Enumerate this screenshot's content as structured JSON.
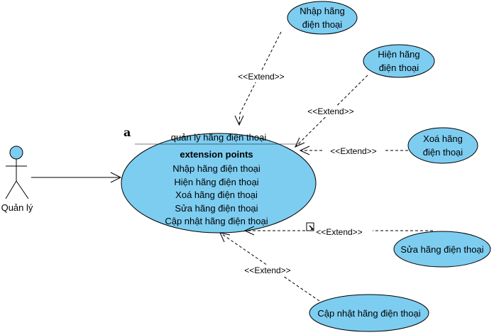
{
  "actor": {
    "label": "Quản lý"
  },
  "marker": "a",
  "main_use_case": {
    "name": "quản lý hãng điện thoại",
    "section_title": "extension points",
    "points": [
      "Nhập hãng điện thoại",
      "Hiện hãng điện thoại",
      "Xoá hãng điện thoại",
      "Sửa hãng điện thoại",
      "Cập nhật hãng điện thoại"
    ]
  },
  "extensions": [
    {
      "line1": "Nhập hãng",
      "line2": "điện thoại",
      "stereotype": "<<Extend>>"
    },
    {
      "line1": "Hiện hãng",
      "line2": "điện thoại",
      "stereotype": "<<Extend>>"
    },
    {
      "line1": "Xoá hãng",
      "line2": "điện thoại",
      "stereotype": "<<Extend>>"
    },
    {
      "line1": "Sửa hãng điện thoại",
      "line2": "",
      "stereotype": "<<Extend>>"
    },
    {
      "line1": "Cập nhật hãng điện thoại",
      "line2": "",
      "stereotype": "<<Extend>>"
    }
  ],
  "colors": {
    "use_case_fill": "#7dcdf1",
    "stroke": "#000000",
    "background": "#ffffff"
  }
}
